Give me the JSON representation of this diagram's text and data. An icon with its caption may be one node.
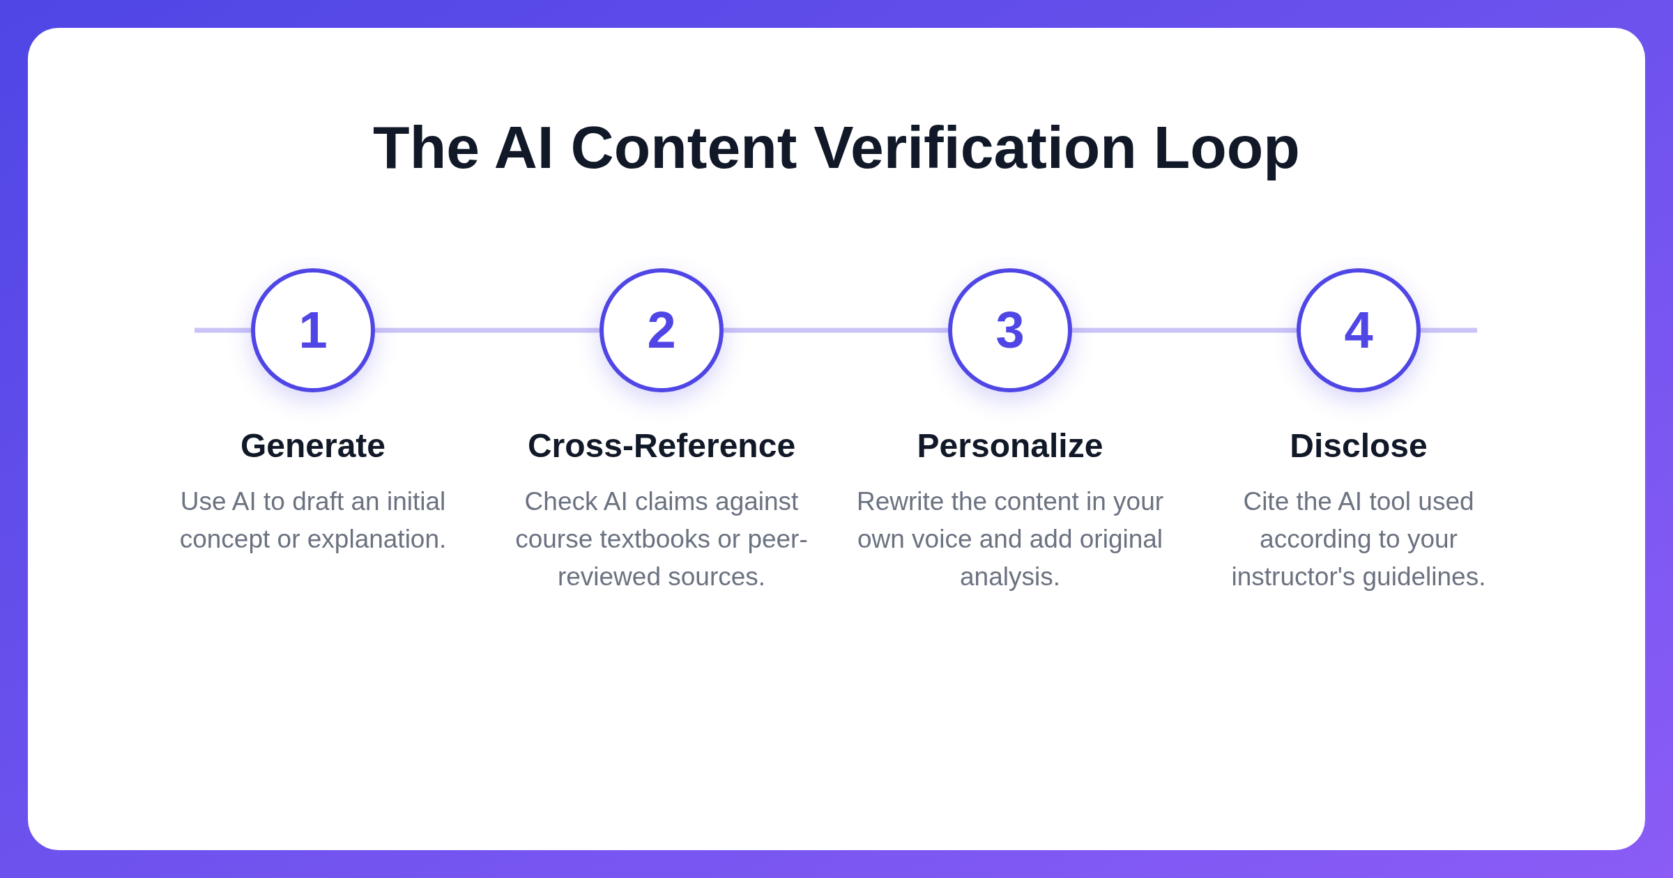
{
  "diagram": {
    "title": "The AI Content Verification Loop",
    "nodes": [
      {
        "text": [
          "1"
        ],
        "beside": [
          "Generate",
          "Use AI to draft an initial concept or explanation."
        ]
      },
      {
        "text": [
          "2"
        ],
        "beside": [
          "Cross-Reference",
          "Check AI claims against course textbooks or peer-reviewed sources."
        ]
      },
      {
        "text": [
          "3"
        ],
        "beside": [
          "Personalize",
          "Rewrite the content in your own voice and add original analysis."
        ]
      },
      {
        "text": [
          "4"
        ],
        "beside": [
          "Disclose",
          "Cite the AI tool used according to your instructor's guidelines."
        ]
      }
    ],
    "edges": [
      {
        "from": null,
        "to": 0,
        "arrow": "none"
      },
      {
        "from": 0,
        "to": 1,
        "arrow": "none"
      },
      {
        "from": 1,
        "to": 2,
        "arrow": "none"
      },
      {
        "from": 2,
        "to": 3,
        "arrow": "none"
      },
      {
        "from": 3,
        "to": null,
        "arrow": "none"
      }
    ]
  }
}
